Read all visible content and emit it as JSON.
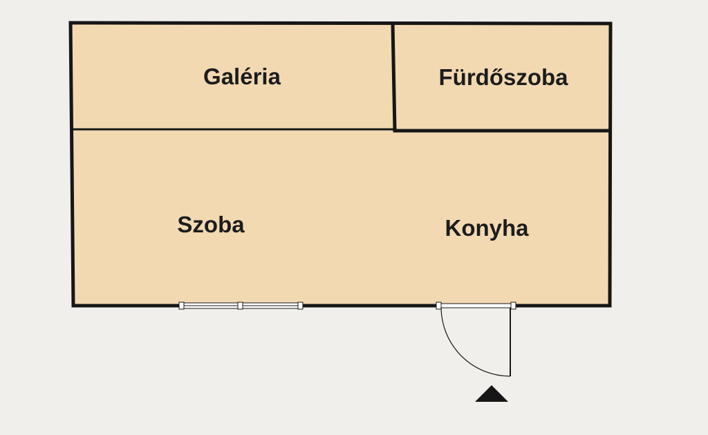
{
  "rooms": {
    "galeria": "Galéria",
    "furdoszoba": "Fürdőszoba",
    "szoba": "Szoba",
    "konyha": "Konyha"
  },
  "colors": {
    "background": "#f1efeb",
    "floor": "#f2d9b2",
    "wall": "#161616",
    "window_frame": "#ffffff",
    "entrance_marker": "#161616"
  },
  "icons": {
    "entrance": "entrance-arrow-icon",
    "window": "window-icon",
    "door": "door-swing-icon"
  }
}
